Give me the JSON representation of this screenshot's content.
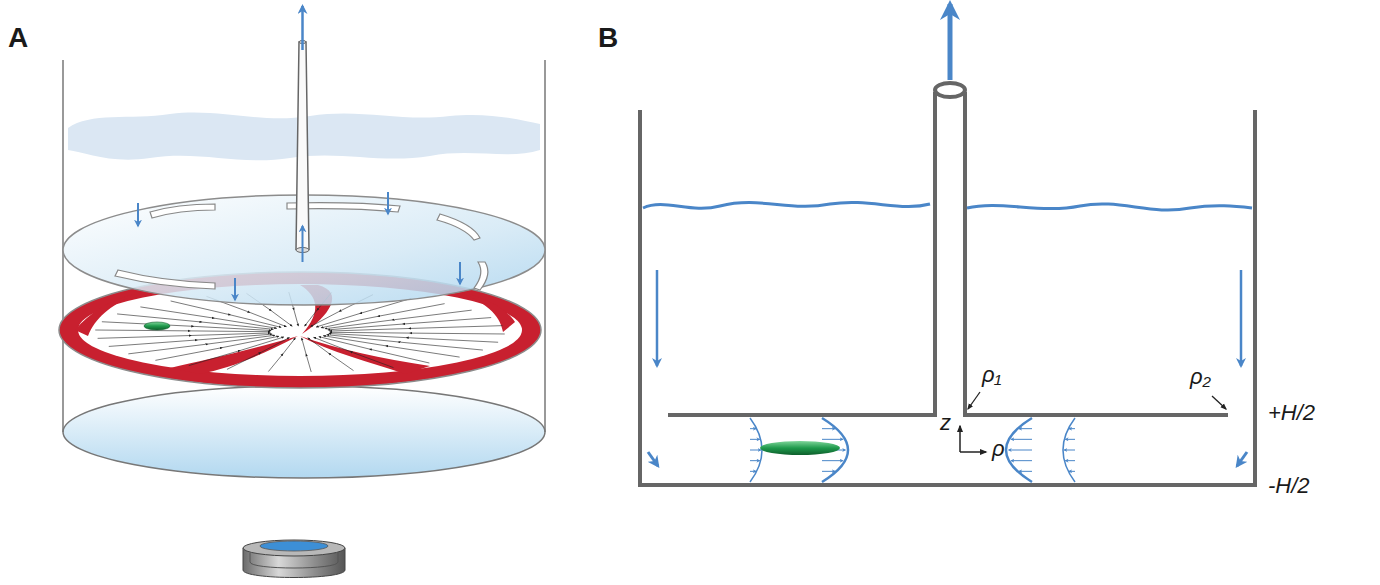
{
  "diagram": {
    "labels": [
      "A",
      "B",
      "ρ₁",
      "ρ₂",
      "+H/2",
      "-H/2",
      "z",
      "ρ"
    ]
  }
}
